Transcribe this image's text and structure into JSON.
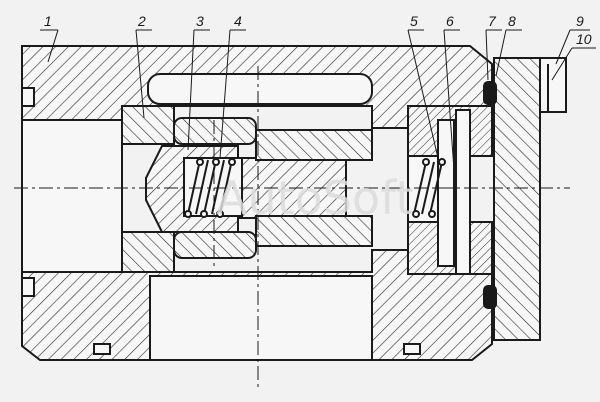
{
  "drawing": {
    "kind": "mechanical cross-section",
    "watermark": "AutoSoft",
    "callouts": [
      "1",
      "2",
      "3",
      "4",
      "5",
      "6",
      "7",
      "8",
      "9",
      "10"
    ]
  }
}
